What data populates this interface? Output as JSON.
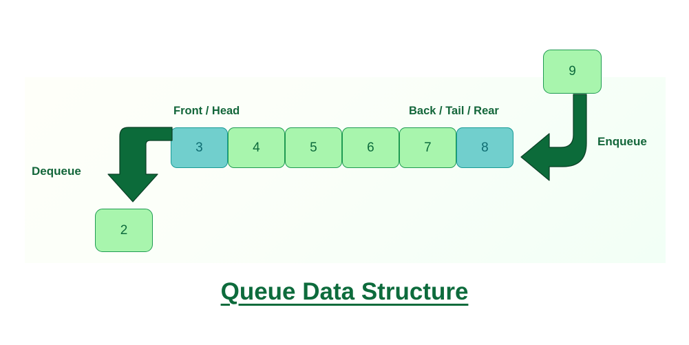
{
  "diagram": {
    "title": "Queue Data Structure",
    "panel_background": "#f4fff8",
    "accent_green": "#0d6b3c",
    "cell_green_fill": "#a8f5ad",
    "cell_teal_fill": "#71cfcd",
    "arrow_color": "#0c6b3a",
    "queue": {
      "cells": [
        {
          "value": "3",
          "style": "teal"
        },
        {
          "value": "4",
          "style": "green"
        },
        {
          "value": "5",
          "style": "green"
        },
        {
          "value": "6",
          "style": "green"
        },
        {
          "value": "7",
          "style": "green"
        },
        {
          "value": "8",
          "style": "teal"
        }
      ],
      "front_label": "Front / Head",
      "back_label": "Back / Tail / Rear"
    },
    "enqueue": {
      "label": "Enqueue",
      "value": "9",
      "arrow_direction": "down-then-left"
    },
    "dequeue": {
      "label": "Dequeue",
      "value": "2",
      "arrow_direction": "left-then-down"
    }
  }
}
